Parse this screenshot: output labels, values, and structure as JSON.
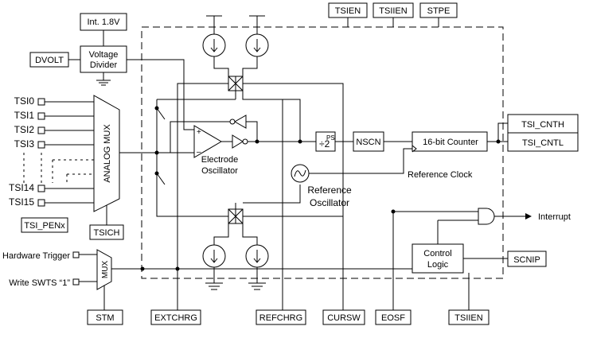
{
  "blocks": {
    "int_supply": "Int. 1.8V",
    "dvolt": "DVOLT",
    "voltage_divider_line1": "Voltage",
    "voltage_divider_line2": "Divider",
    "analog_mux": "ANALOG MUX",
    "tsi_pen": "TSI_PENx",
    "tsich": "TSICH",
    "electrode_osc_line1": "Electrode",
    "electrode_osc_line2": "Oscillator",
    "reference_osc_line1": "Reference",
    "reference_osc_line2": "Oscillator",
    "prescaler_base": "2",
    "prescaler_exp": "PS",
    "nscn": "NSCN",
    "counter": "16-bit Counter",
    "tsi_cnth": "TSI_CNTH",
    "tsi_cntl": "TSI_CNTL",
    "reference_clock": "Reference Clock",
    "interrupt": "Interrupt",
    "control_logic_line1": "Control",
    "control_logic_line2": "Logic",
    "scnip": "SCNIP",
    "trigger_mux": "MUX",
    "hardware_trigger": "Hardware Trigger",
    "software_trigger": "Write SWTS “1”",
    "stm": "STM"
  },
  "pins": [
    "TSI0",
    "TSI1",
    "TSI2",
    "TSI3",
    "TSI14",
    "TSI15"
  ],
  "top_signals": [
    "TSIEN",
    "TSIIEN",
    "STPE"
  ],
  "bottom_signals": [
    "EXTCHRG",
    "REFCHRG",
    "CURSW",
    "EOSF",
    "TSIIEN"
  ],
  "comparator_signs": {
    "plus": "+",
    "minus": "–"
  }
}
